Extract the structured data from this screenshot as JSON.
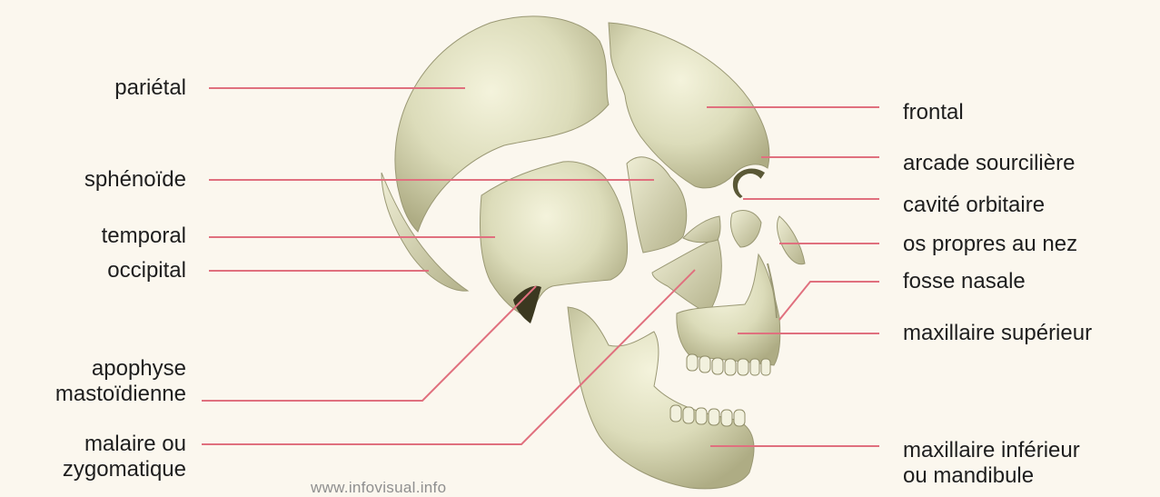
{
  "labels": {
    "parietal": "pariétal",
    "sphenoide": "sphénoïde",
    "temporal": "temporal",
    "occipital": "occipital",
    "mastoid_1": "apophyse",
    "mastoid_2": "mastoïdienne",
    "malaire_1": "malaire ou",
    "malaire_2": "zygomatique",
    "frontal": "frontal",
    "arcade": "arcade sourcilière",
    "orbitaire": "cavité orbitaire",
    "nez": "os propres au nez",
    "nasale": "fosse nasale",
    "max_sup": "maxillaire supérieur",
    "max_inf_1": "maxillaire inférieur",
    "max_inf_2": "ou mandibule"
  },
  "watermark": "www.infovisual.info",
  "colors": {
    "background": "#fbf7ee",
    "bone": "#dcdcba",
    "bone_shadow": "#a9a77e",
    "leader": "#e0707e",
    "text": "#1e1e1e"
  }
}
